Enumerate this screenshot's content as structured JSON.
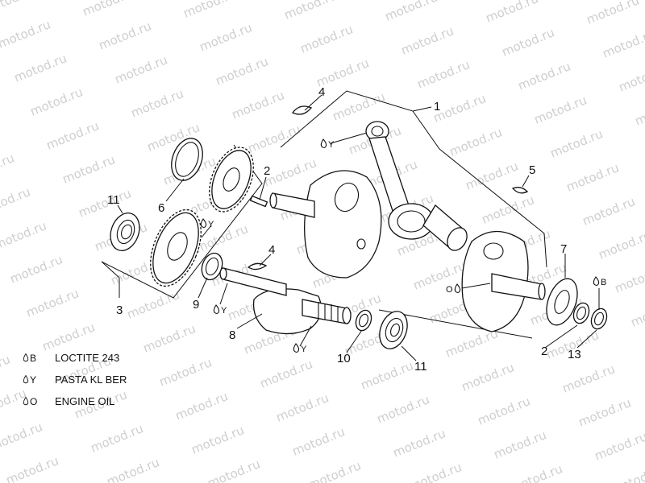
{
  "watermark": "motod.ru",
  "colors": {
    "line": "#111111",
    "watermark": "#cfcfcf",
    "background": "#ffffff"
  },
  "legend": [
    {
      "code": "B",
      "label": "LOCTITE 243",
      "icon": "drop-icon"
    },
    {
      "code": "Y",
      "label": "PASTA KL BER",
      "icon": "drop-icon"
    },
    {
      "code": "O",
      "label": "ENGINE OIL",
      "icon": "drop-icon"
    }
  ],
  "callouts": {
    "c1": "1",
    "c2": "2",
    "c3": "3",
    "c4a": "4",
    "c4b": "4",
    "c5": "5",
    "c6": "6",
    "c7": "7",
    "c8": "8",
    "c9": "9",
    "c10": "10",
    "c11a": "11",
    "c11b": "11",
    "c12": "2",
    "c13": "13"
  },
  "marks": {
    "m1": "Y",
    "m2": "Y",
    "m3": "Y",
    "m4": "Y",
    "m5": "O",
    "m6": "B"
  }
}
